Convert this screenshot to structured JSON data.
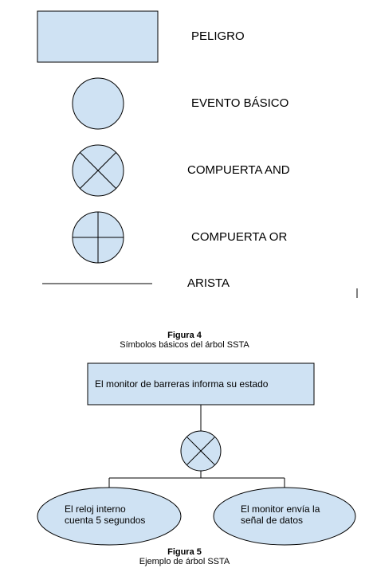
{
  "legend": {
    "hazard_label": "PELIGRO",
    "basic_event_label": "EVENTO BÁSICO",
    "and_gate_label": "COMPUERTA AND",
    "or_gate_label": "COMPUERTA OR",
    "edge_label": "ARISTA"
  },
  "figure4": {
    "number": "Figura 4",
    "caption": "Símbolos básicos del árbol SSTA"
  },
  "tree": {
    "root_hazard": "El monitor de barreras informa su estado",
    "event_left_line1": "El reloj interno",
    "event_left_line2": "cuenta 5 segundos",
    "event_right_line1": "El monitor envía la",
    "event_right_line2": "señal de datos"
  },
  "figure5": {
    "number": "Figura 5",
    "caption": "Ejemplo de árbol SSTA"
  },
  "colors": {
    "fill": "#cfe2f3",
    "stroke": "#000000"
  }
}
